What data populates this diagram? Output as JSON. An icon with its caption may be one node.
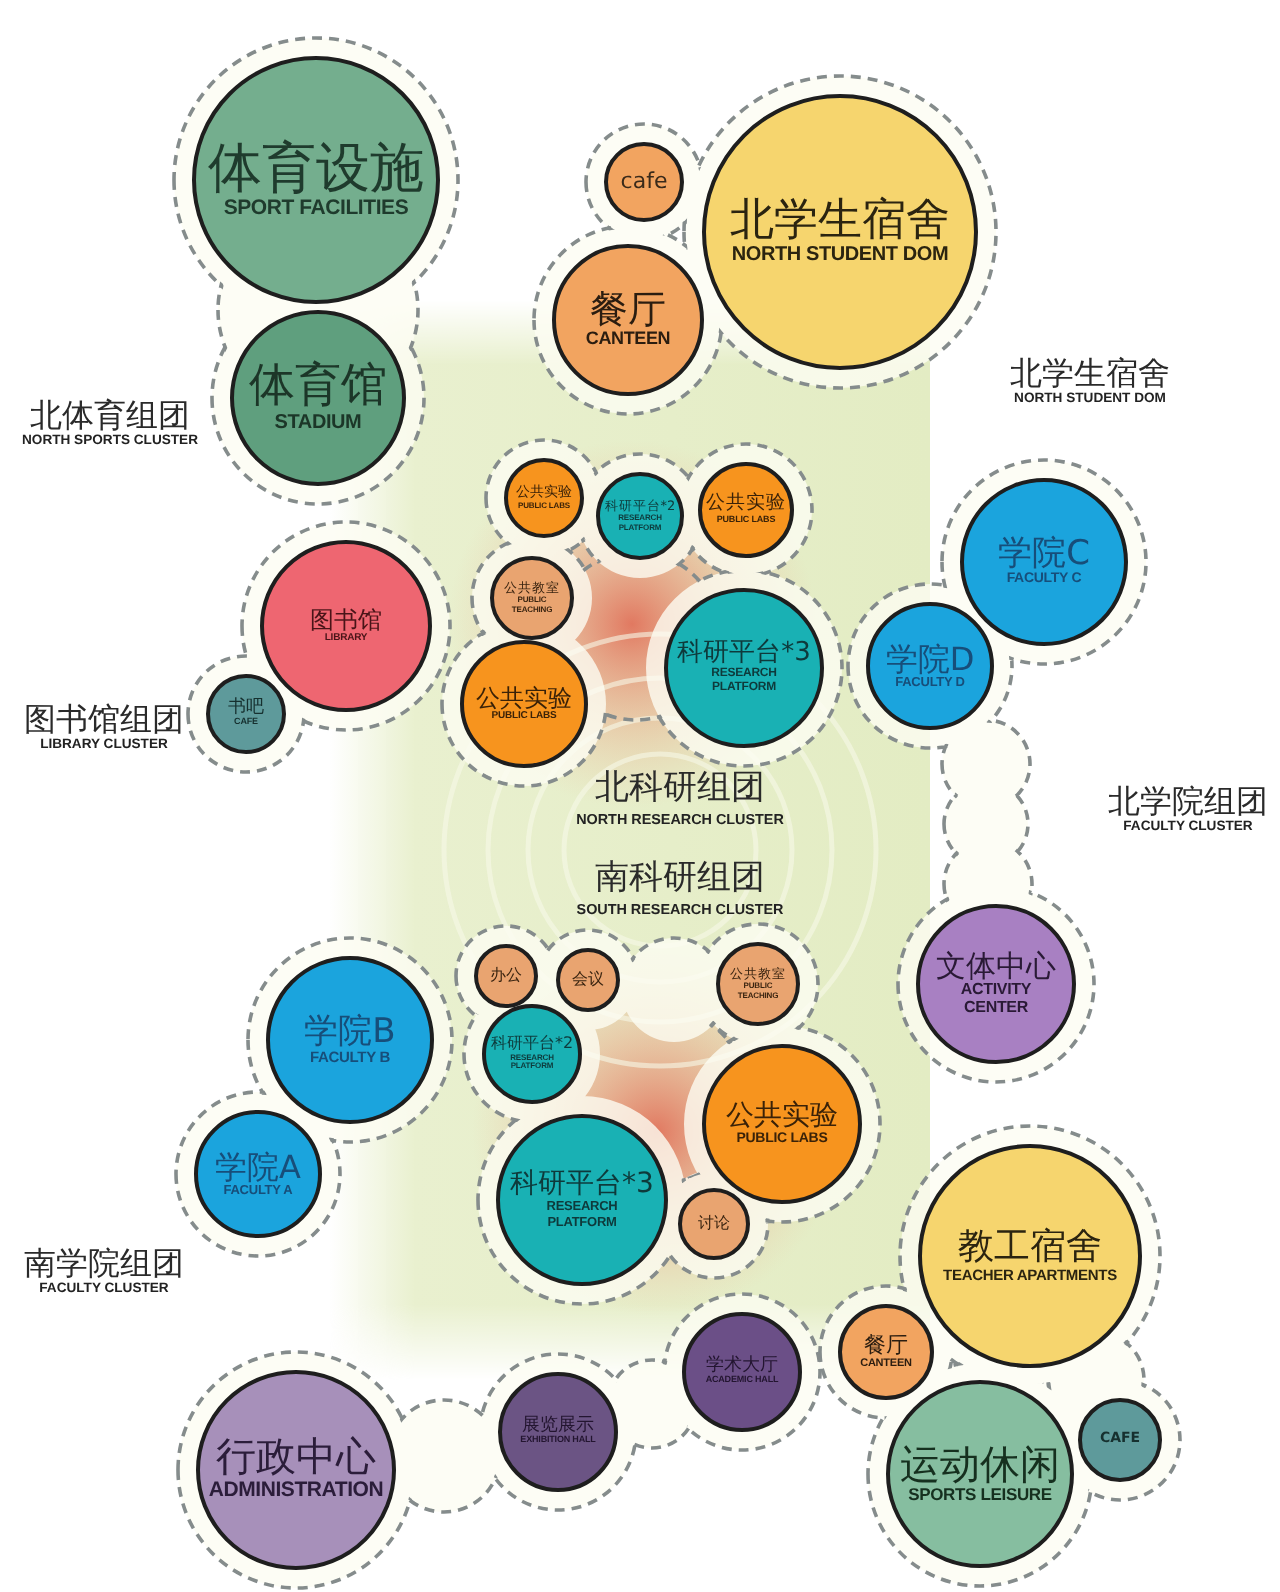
{
  "diagram": {
    "nodes": [
      {
        "text": [
          "北体育组团",
          "NORTH SPORTS CLUSTER"
        ]
      },
      {
        "text": [
          "体育设施",
          "SPORT FACILITIES"
        ],
        "in": 0
      },
      {
        "text": [
          "体育馆",
          "STADIUM"
        ],
        "in": 0
      },
      {
        "text": [
          "北学生宿舍",
          "NORTH STUDENT DOM"
        ]
      },
      {
        "text": [
          "cafe"
        ],
        "in": 3
      },
      {
        "text": [
          "北学生宿舍",
          "NORTH STUDENT DOM"
        ],
        "in": 3
      },
      {
        "text": [
          "餐厅",
          "CANTEEN"
        ],
        "in": 3
      },
      {
        "text": [
          "北科研组团",
          "NORTH RESEARCH CLUSTER"
        ]
      },
      {
        "text": [
          "公共实验",
          "PUBLIC LABS"
        ],
        "in": 7
      },
      {
        "text": [
          "科研平台*2",
          "RESEARCH PLATFORM"
        ],
        "in": 7
      },
      {
        "text": [
          "公共实验",
          "PUBLIC LABS"
        ],
        "in": 7
      },
      {
        "text": [
          "公共教室",
          "PUBLIC TEACHING"
        ],
        "in": 7
      },
      {
        "text": [
          "公共实验",
          "PUBLIC LABS"
        ],
        "in": 7
      },
      {
        "text": [
          "科研平台*3",
          "RESEARCH PLATFORM"
        ],
        "in": 7
      },
      {
        "text": [
          "图书馆组团",
          "LIBRARY CLUSTER"
        ]
      },
      {
        "text": [
          "图书馆",
          "LIBRARY"
        ],
        "in": 14
      },
      {
        "text": [
          "书吧",
          "CAFE"
        ],
        "in": 14
      },
      {
        "text": [
          "北学院组团",
          "FACULTY CLUSTER"
        ]
      },
      {
        "text": [
          "学院C",
          "FACULTY C"
        ],
        "in": 17
      },
      {
        "text": [
          "学院D",
          "FACULTY D"
        ],
        "in": 17
      },
      {
        "text": [
          "文体中心",
          "ACTIVITY CENTER"
        ],
        "in": 17
      },
      {
        "text": [
          "南科研组团",
          "SOUTH RESEARCH CLUSTER"
        ]
      },
      {
        "text": [
          "办公"
        ],
        "in": 21
      },
      {
        "text": [
          "会议"
        ],
        "in": 21
      },
      {
        "text": [
          "公共教室",
          "PUBLIC TEACHING"
        ],
        "in": 21
      },
      {
        "text": [
          "科研平台*2",
          "RESEARCH PLATFORM"
        ],
        "in": 21
      },
      {
        "text": [
          "公共实验",
          "PUBLIC LABS"
        ],
        "in": 21
      },
      {
        "text": [
          "科研平台*3",
          "RESEARCH PLATFORM"
        ],
        "in": 21
      },
      {
        "text": [
          "讨论"
        ],
        "in": 21
      },
      {
        "text": [
          "南学院组团",
          "FACULTY CLUSTER"
        ]
      },
      {
        "text": [
          "学院B",
          "FACULTY B"
        ],
        "in": 29
      },
      {
        "text": [
          "学院A",
          "FACULTY A"
        ],
        "in": 29
      },
      {
        "text": [],
        "shape": "cloud"
      },
      {
        "text": [
          "教工宿舍",
          "TEACHER APARTMENTS"
        ],
        "in": 32
      },
      {
        "text": [
          "餐厅",
          "CANTEEN"
        ],
        "in": 32
      },
      {
        "text": [
          "运动休闲",
          "SPORTS LEISURE"
        ],
        "in": 32
      },
      {
        "text": [
          "CAFE"
        ],
        "in": 32
      },
      {
        "text": [],
        "shape": "cloud"
      },
      {
        "text": [
          "行政中心",
          "ADMINISTRATION"
        ],
        "in": 37
      },
      {
        "text": [
          "展览展示",
          "EXHIBITION HALL"
        ],
        "in": 37
      },
      {
        "text": [
          "学术大厅",
          "ACADEMIC HALL"
        ],
        "in": 37
      }
    ]
  }
}
